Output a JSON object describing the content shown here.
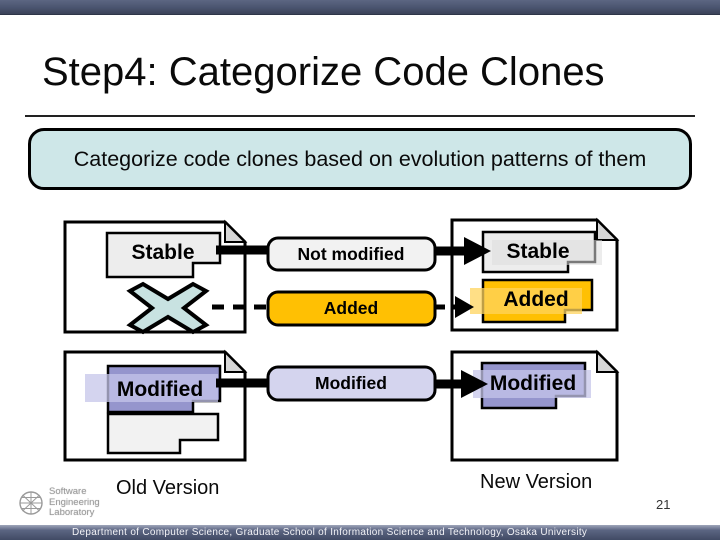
{
  "slide": {
    "title": "Step4: Categorize Code Clones",
    "callout": "Categorize code clones based on evolution patterns of them",
    "page_number": "21",
    "footer": "Department of Computer Science, Graduate School of Information Science and Technology, Osaka University"
  },
  "diagram": {
    "old_version": {
      "caption": "Old Version",
      "stable_label": "Stable",
      "modified_label": "Modified"
    },
    "middle": {
      "not_modified_label": "Not modified",
      "added_label": "Added",
      "modified_label": "Modified"
    },
    "new_version": {
      "caption": "New Version",
      "stable_label": "Stable",
      "added_label": "Added",
      "modified_label": "Modified"
    },
    "colors": {
      "accent_bar": "#4a546f",
      "callout_bg": "#cee7e8",
      "stable_fill": "#ededed",
      "added_fill": "#ffc003",
      "added_band": "#ffd45e",
      "modified_fill": "#d4d4ee",
      "modified_dark": "#9595cd",
      "modified_band": "#c6c6ea",
      "clone_cross": "#c8e2e1"
    }
  },
  "logo": {
    "lines": [
      "Software",
      "Engineering",
      "Laboratory"
    ]
  }
}
